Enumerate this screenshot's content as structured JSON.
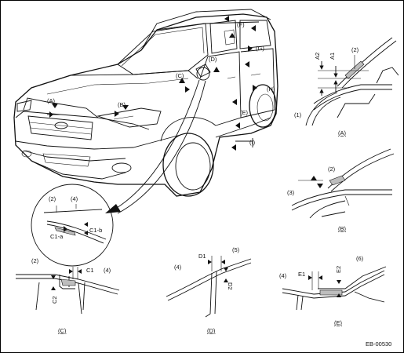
{
  "diagram": {
    "code": "EB-00530",
    "vehicle_callouts": [
      "(A)",
      "(B)",
      "(C)",
      "(D)",
      "(E)",
      "(F)",
      "(G)",
      "(H)",
      "(I)"
    ],
    "detail_c1": {
      "parts": [
        "(2)",
        "(4)"
      ],
      "dims": [
        "C1-a",
        "C1-b"
      ]
    },
    "detail_a": {
      "parts": [
        "(1)",
        "(2)"
      ],
      "dims": [
        "A1",
        "A2"
      ],
      "caption": "(A)"
    },
    "detail_b": {
      "parts": [
        "(2)",
        "(3)"
      ],
      "caption": "(B)"
    },
    "detail_c": {
      "parts": [
        "(2)",
        "(4)"
      ],
      "dims": [
        "C1",
        "C2"
      ],
      "caption": "(C)"
    },
    "detail_d": {
      "parts": [
        "(4)",
        "(5)"
      ],
      "dims": [
        "D1",
        "D2"
      ],
      "caption": "(D)"
    },
    "detail_e": {
      "parts": [
        "(4)",
        "(6)"
      ],
      "dims": [
        "E1",
        "E2"
      ],
      "caption": "(E)"
    }
  }
}
